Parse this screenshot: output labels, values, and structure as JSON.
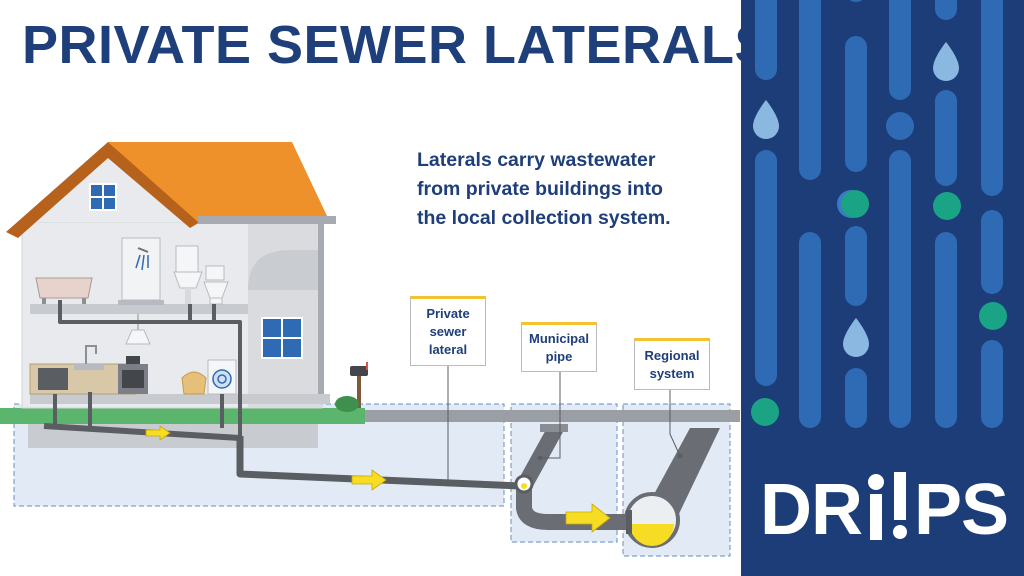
{
  "title": "PRIVATE SEWER LATERALS",
  "description": {
    "line1": "Laterals carry wastewater",
    "line2": "from private buildings into",
    "line3": "the local collection system."
  },
  "labels": {
    "private_lateral_1": "Private",
    "private_lateral_2": "sewer",
    "private_lateral_3": "lateral",
    "municipal_1": "Municipal",
    "municipal_2": "pipe",
    "regional_1": "Regional",
    "regional_2": "system"
  },
  "logo": {
    "part1": "DR",
    "part2": "PS"
  },
  "colors": {
    "title": "#1f3f7a",
    "sidebar_bg": "#1d3d78",
    "pipe_blue": "#2f6ab5",
    "teal_dot": "#1aa384",
    "drop": "#8ab8e0",
    "flow_arrow": "#f7dc24",
    "roof": "#ee912b",
    "grass": "#5cb56c"
  }
}
